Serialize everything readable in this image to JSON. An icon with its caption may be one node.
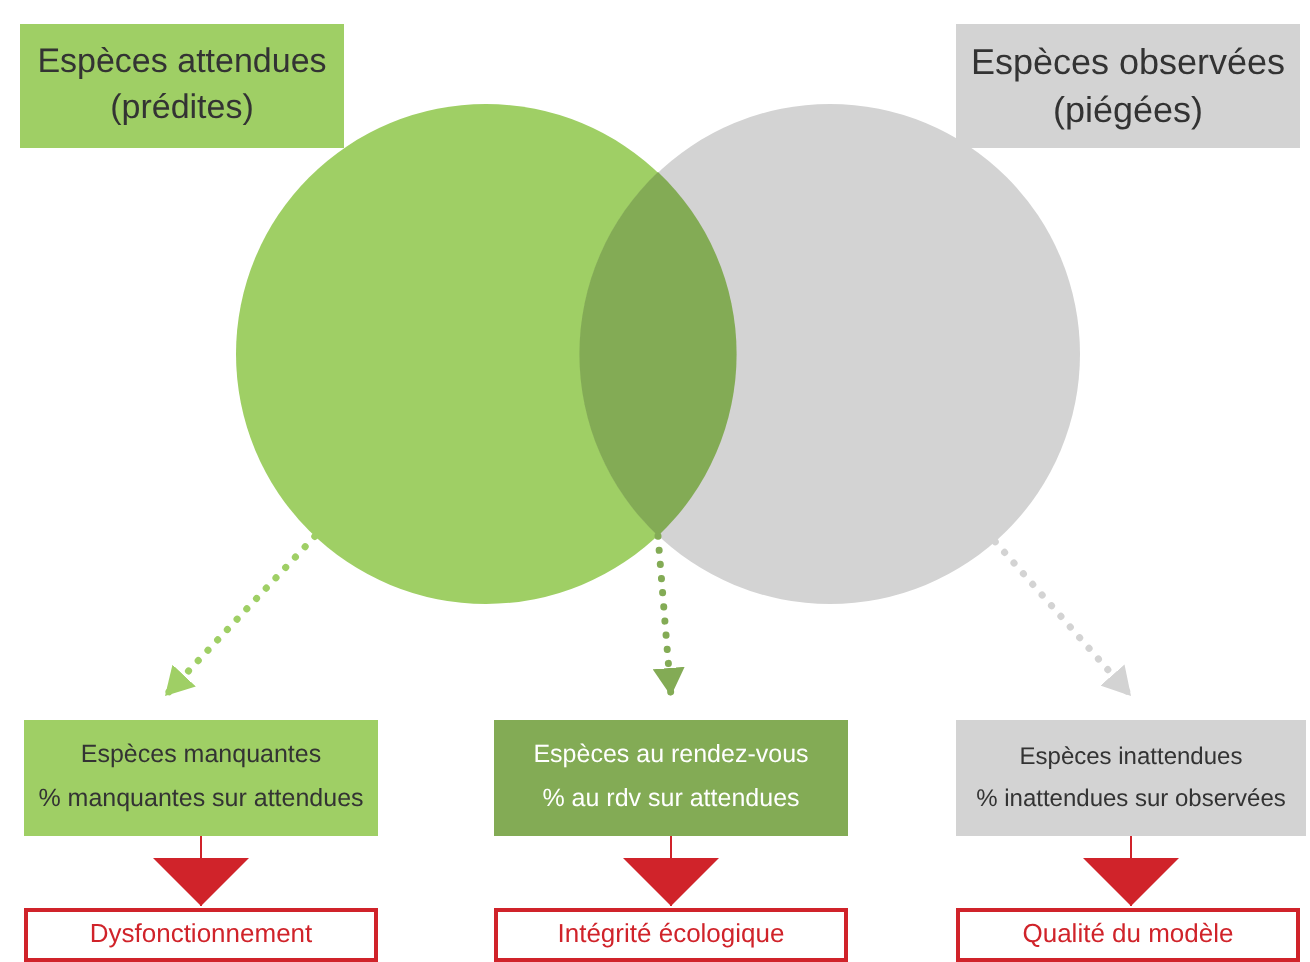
{
  "diagram": {
    "nodes": [
      {
        "text": [
          "Espèces attendues (prédites)"
        ]
      },
      {
        "text": [
          "Espèces observées (piégées)"
        ]
      },
      {
        "text": [],
        "shape": "circle"
      },
      {
        "text": [],
        "shape": "circle"
      },
      {
        "text": [],
        "shape": "lens"
      },
      {
        "text": [
          "Espèces manquantes",
          "% manquantes sur attendues"
        ]
      },
      {
        "text": [
          "Espèces au rendez-vous",
          "% au rdv sur attendues"
        ]
      },
      {
        "text": [
          "Espèces inattendues",
          "% inattendues sur observées"
        ]
      },
      {
        "text": [
          "Dysfonctionnement"
        ]
      },
      {
        "text": [
          "Intégrité écologique"
        ]
      },
      {
        "text": [
          "Qualité du modèle"
        ]
      }
    ],
    "edges": [
      {
        "from": 2,
        "to": 5,
        "arrow": "to",
        "style": "dashed",
        "color": "#9fcf65"
      },
      {
        "from": 4,
        "to": 6,
        "arrow": "to",
        "style": "dashed",
        "color": "#83ab55"
      },
      {
        "from": 3,
        "to": 7,
        "arrow": "to",
        "style": "dashed",
        "color": "#d3d3d3"
      },
      {
        "from": 5,
        "to": 8,
        "arrow": "to",
        "color": "#d0232a"
      },
      {
        "from": 6,
        "to": 9,
        "arrow": "to",
        "color": "#d0232a"
      },
      {
        "from": 7,
        "to": 10,
        "arrow": "to",
        "color": "#d0232a"
      }
    ]
  }
}
